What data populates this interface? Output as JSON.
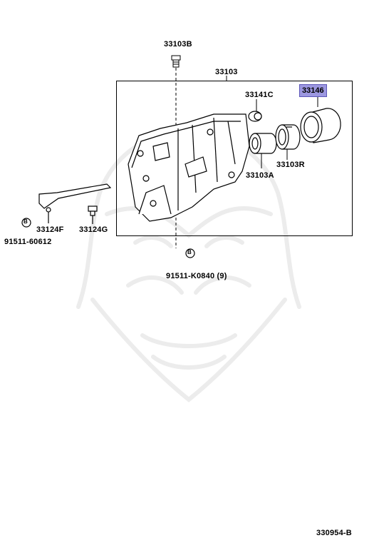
{
  "diagram": {
    "labels": {
      "p33103B": "33103B",
      "p33103": "33103",
      "p33141C": "33141C",
      "p33146": "33146",
      "p33103A": "33103A",
      "p33103R": "33103R",
      "p33124F": "33124F",
      "p33124G": "33124G",
      "p91511_60612": "91511-60612",
      "p91511_K0840": "91511-K0840 (9)"
    },
    "bolt_symbol": "B",
    "footer_code": "330954-B",
    "highlight_color": "#9c97e0"
  }
}
